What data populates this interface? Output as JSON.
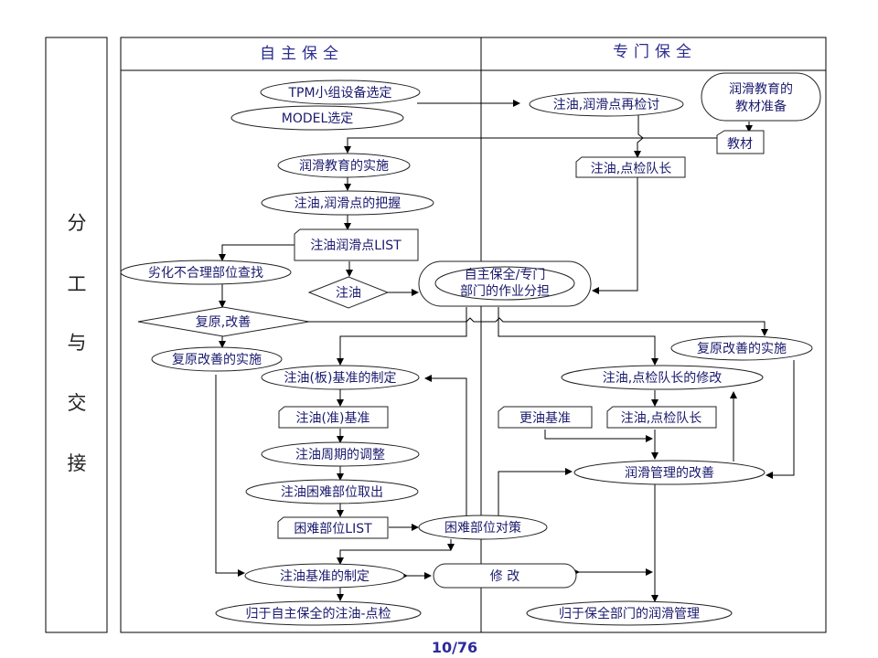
{
  "side_title": [
    "分",
    "工",
    "与",
    "交",
    "接"
  ],
  "columns": {
    "left": "自主保全",
    "right": "专门保全"
  },
  "nodes": {
    "tpm_select": "TPM小组设备选定",
    "model_select": "MODEL选定",
    "recheck": "注油,润滑点再检讨",
    "edu_material_prep_1": "润滑教育的",
    "edu_material_prep_2": "教材准备",
    "material": "教材",
    "edu_impl": "润滑教育的实施",
    "oil_team_leader": "注油,点检队长",
    "grasp_points": "注油,润滑点的把握",
    "point_list": "注油润滑点LIST",
    "degradation_find": "劣化不合理部位查找",
    "oiling": "注油",
    "division_1": "自主保全/专门",
    "division_2": "部门的作业分担",
    "restore_decision": "复原,改善",
    "restore_impl_left": "复原改善的实施",
    "restore_impl_right": "复原改善的实施",
    "board_standard": "注油(板)基准的制定",
    "team_leader_revise": "注油,点检队长的修改",
    "oil_standard_doc": "注油(准)基准",
    "change_oil_standard": "更油基准",
    "oil_team_leader_doc": "注油,点检队长",
    "cycle_adjust": "注油周期的调整",
    "lube_mgmt_improve": "润滑管理的改善",
    "difficult_extract": "注油困难部位取出",
    "difficult_list": "困难部位LIST",
    "difficult_measure": "困难部位对策",
    "oil_standard_set": "注油基准的制定",
    "modify": "修 改",
    "final_left": "归于自主保全的注油-点检",
    "final_right": "归于保全部门的润滑管理"
  },
  "page_number": "10/76"
}
